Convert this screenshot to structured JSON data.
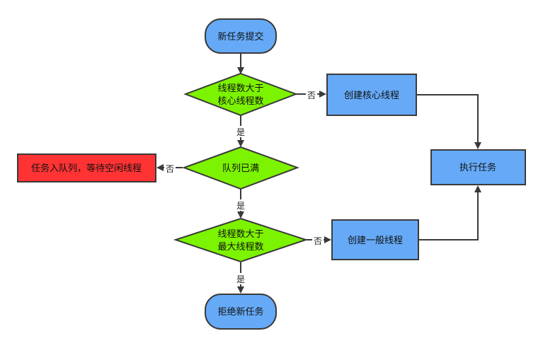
{
  "nodes": {
    "start": {
      "label": "新任务提交",
      "fill": "#66aaf7"
    },
    "decision_core": {
      "line1": "线程数大于",
      "line2": "核心线程数",
      "fill": "#7cf300"
    },
    "create_core": {
      "label": "创建核心线程",
      "fill": "#66aaf7"
    },
    "execute": {
      "label": "执行任务",
      "fill": "#66aaf7"
    },
    "decision_queue": {
      "label": "队列已满",
      "fill": "#7cf300"
    },
    "enqueue": {
      "label": "任务入队列，等待空闲线程",
      "fill": "#ff3333"
    },
    "decision_max": {
      "line1": "线程数大于",
      "line2": "最大线程数",
      "fill": "#7cf300"
    },
    "create_normal": {
      "label": "创建一般线程",
      "fill": "#66aaf7"
    },
    "reject": {
      "label": "拒绝新任务",
      "fill": "#66aaf7"
    }
  },
  "edge_labels": {
    "core_no": "否",
    "core_yes": "是",
    "queue_no": "否",
    "queue_yes": "是",
    "max_no": "否",
    "max_yes": "是"
  },
  "colors": {
    "stroke": "#3a3a3a",
    "edge": "#3a3a3a"
  }
}
